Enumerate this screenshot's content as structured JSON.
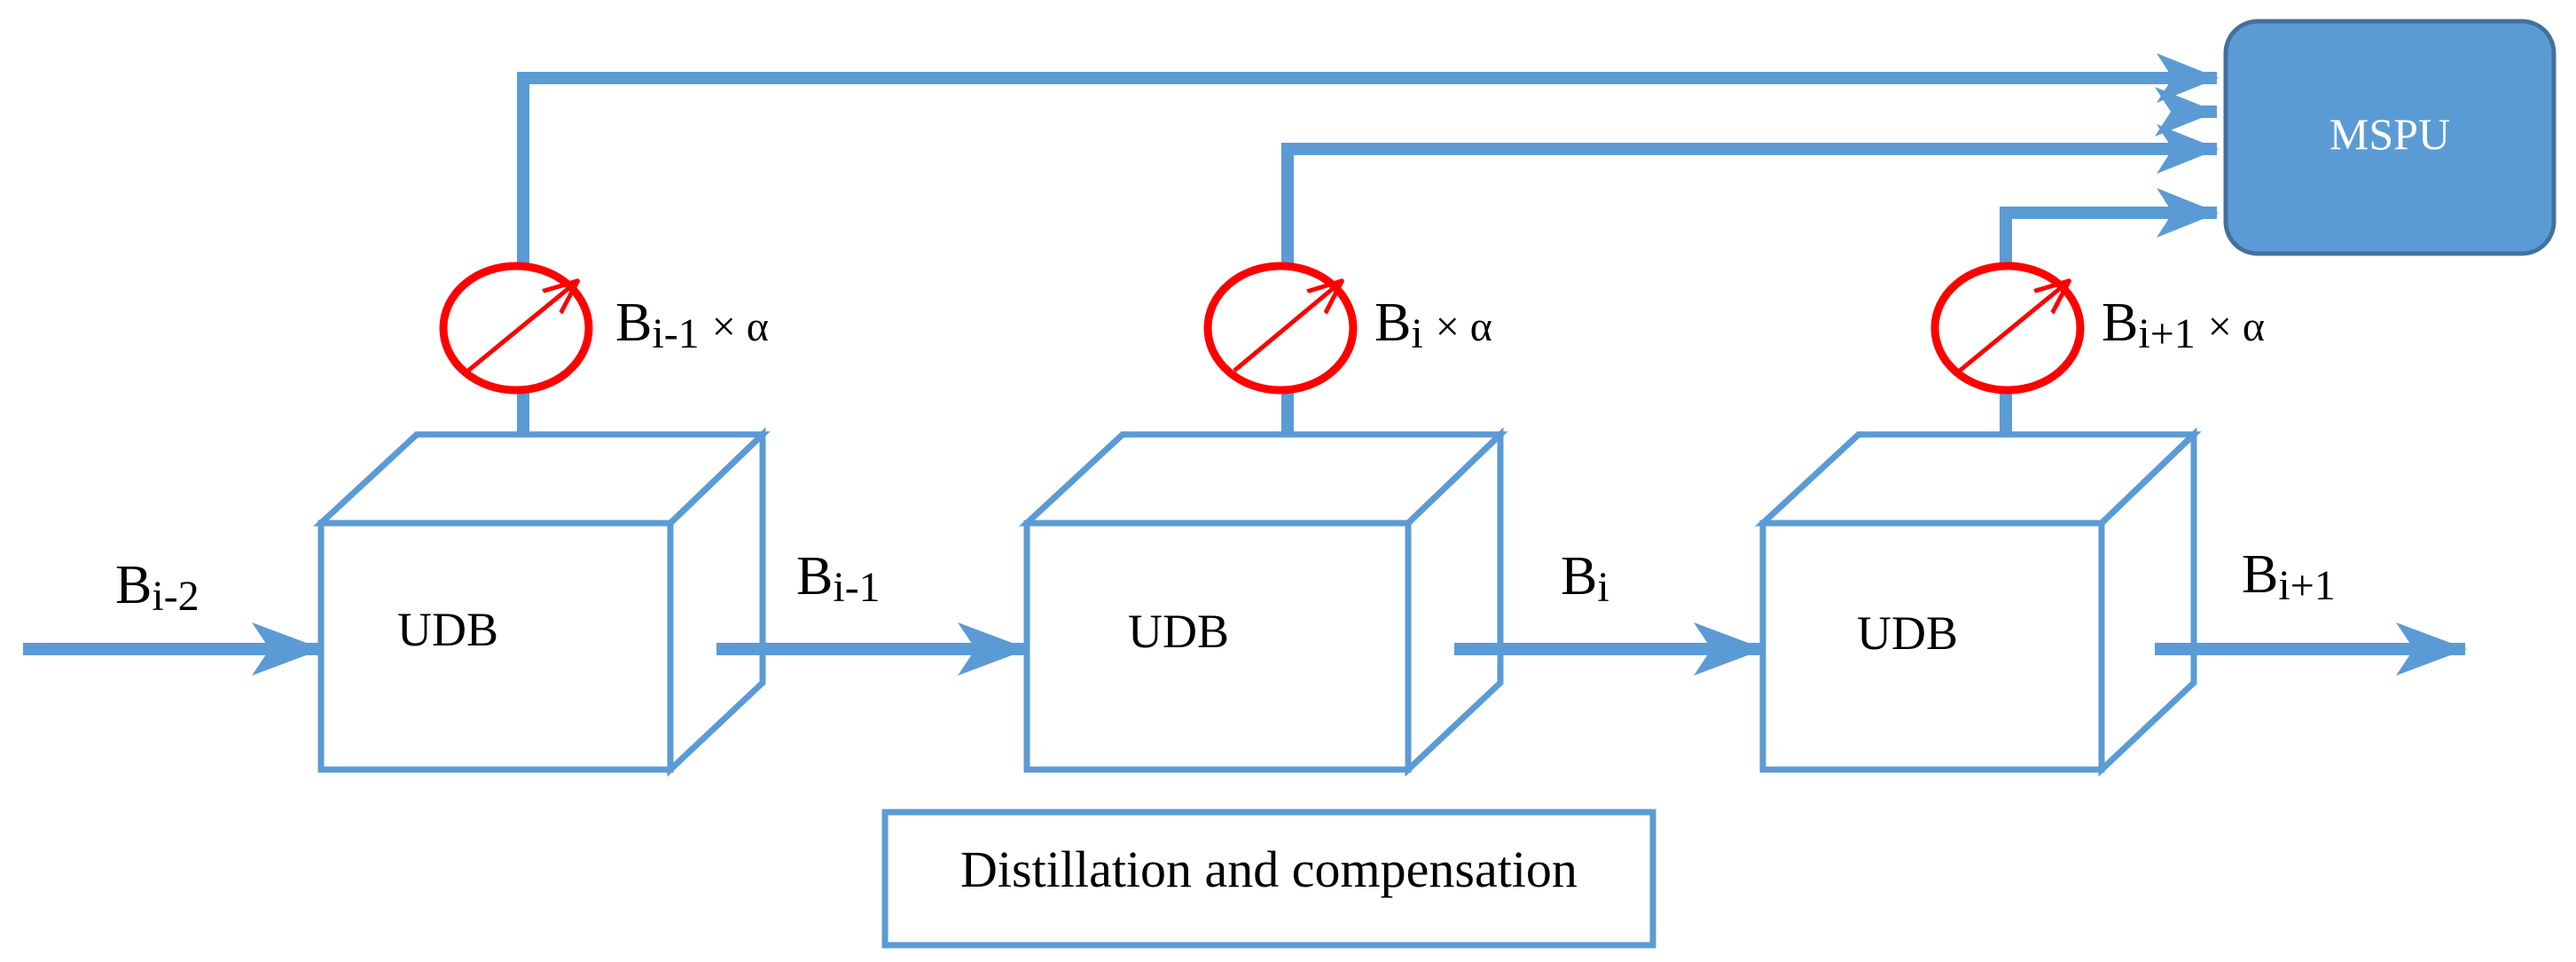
{
  "diagram": {
    "blocks": [
      {
        "label": "UDB"
      },
      {
        "label": "UDB"
      },
      {
        "label": "UDB"
      }
    ],
    "inputs": [
      {
        "base": "B",
        "sub": "i-2"
      },
      {
        "base": "B",
        "sub": "i-1"
      },
      {
        "base": "B",
        "sub": "i"
      },
      {
        "base": "B",
        "sub": "i+1"
      }
    ],
    "scales": [
      {
        "base": "B",
        "sub": "i-1",
        "suffix": "× α"
      },
      {
        "base": "B",
        "sub": "i",
        "suffix": "× α"
      },
      {
        "base": "B",
        "sub": "i+1",
        "suffix": "× α"
      }
    ],
    "mspu": {
      "label": "MSPU"
    },
    "caption": "Distillation and compensation"
  },
  "colors": {
    "arrow": "#5b9bd5",
    "block_stroke": "#5b9bd5",
    "mspu_fill": "#5b9bd5",
    "mspu_stroke": "#41719c",
    "scale_circle": "#ff0000"
  }
}
